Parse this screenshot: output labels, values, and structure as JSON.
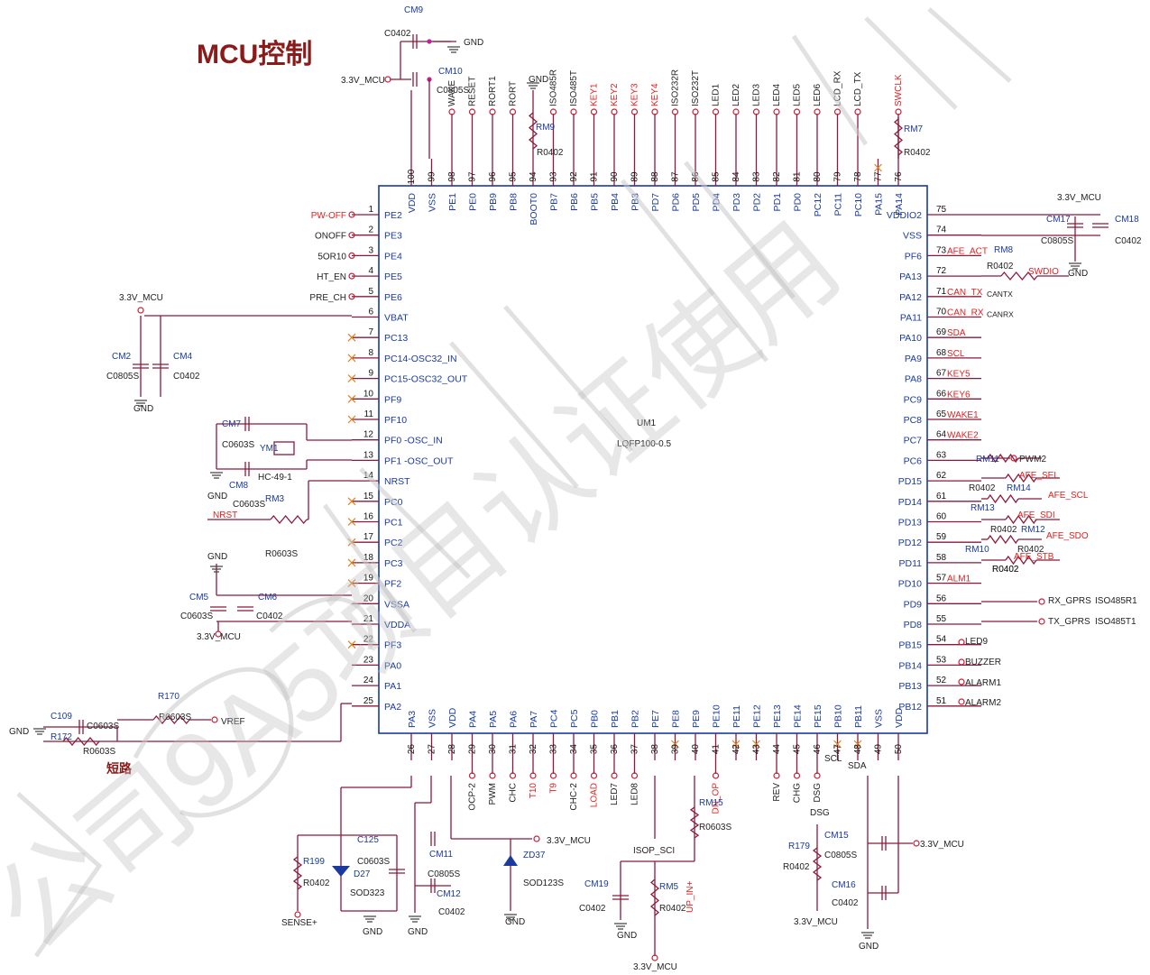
{
  "title": "MCU控制",
  "watermark": "公司9A5项目认证使用",
  "chip": {
    "ref": "UM1",
    "package": "LQFP100-0.5"
  },
  "left_pins": [
    {
      "n": "1",
      "name": "PE2",
      "net": "PW-OFF",
      "net_red": true
    },
    {
      "n": "2",
      "name": "PE3",
      "net": "ONOFF"
    },
    {
      "n": "3",
      "name": "PE4",
      "net": "5OR10"
    },
    {
      "n": "4",
      "name": "PE5",
      "net": "HT_EN"
    },
    {
      "n": "5",
      "name": "PE6",
      "net": "PRE_CH"
    },
    {
      "n": "6",
      "name": "VBAT",
      "net": ""
    },
    {
      "n": "7",
      "name": "PC13",
      "net": "",
      "nc": true
    },
    {
      "n": "8",
      "name": "PC14-OSC32_IN",
      "net": "",
      "nc": true
    },
    {
      "n": "9",
      "name": "PC15-OSC32_OUT",
      "net": "",
      "nc": true
    },
    {
      "n": "10",
      "name": "PF9",
      "net": "",
      "nc": true
    },
    {
      "n": "11",
      "name": "PF10",
      "net": "",
      "nc": true
    },
    {
      "n": "12",
      "name": "PF0 -OSC_IN",
      "net": ""
    },
    {
      "n": "13",
      "name": "PF1 -OSC_OUT",
      "net": ""
    },
    {
      "n": "14",
      "name": "NRST",
      "net": ""
    },
    {
      "n": "15",
      "name": "PC0",
      "net": "",
      "nc": true
    },
    {
      "n": "16",
      "name": "PC1",
      "net": "",
      "nc": true
    },
    {
      "n": "17",
      "name": "PC2",
      "net": "",
      "nc": true
    },
    {
      "n": "18",
      "name": "PC3",
      "net": "",
      "nc": true
    },
    {
      "n": "19",
      "name": "PF2",
      "net": "",
      "nc": true
    },
    {
      "n": "20",
      "name": "VSSA",
      "net": ""
    },
    {
      "n": "21",
      "name": "VDDA",
      "net": ""
    },
    {
      "n": "22",
      "name": "PF3",
      "net": "",
      "nc": true
    },
    {
      "n": "23",
      "name": "PA0",
      "net": ""
    },
    {
      "n": "24",
      "name": "PA1",
      "net": ""
    },
    {
      "n": "25",
      "name": "PA2",
      "net": ""
    }
  ],
  "right_pins": [
    {
      "n": "75",
      "name": "VDDIO2",
      "net": ""
    },
    {
      "n": "74",
      "name": "VSS",
      "net": ""
    },
    {
      "n": "73",
      "name": "PF6",
      "net": "AFE_ACT"
    },
    {
      "n": "72",
      "name": "PA13",
      "net": ""
    },
    {
      "n": "71",
      "name": "PA12",
      "net": "CAN_TX",
      "extra": "CANTX"
    },
    {
      "n": "70",
      "name": "PA11",
      "net": "CAN_RX",
      "extra": "CANRX"
    },
    {
      "n": "69",
      "name": "PA10",
      "net": "SDA"
    },
    {
      "n": "68",
      "name": "PA9",
      "net": "SCL"
    },
    {
      "n": "67",
      "name": "PA8",
      "net": "KEY5"
    },
    {
      "n": "66",
      "name": "PC9",
      "net": "KEY6"
    },
    {
      "n": "65",
      "name": "PC8",
      "net": "WAKE1"
    },
    {
      "n": "64",
      "name": "PC7",
      "net": "WAKE2"
    },
    {
      "n": "63",
      "name": "PC6",
      "net": ""
    },
    {
      "n": "62",
      "name": "PD15",
      "net": ""
    },
    {
      "n": "61",
      "name": "PD14",
      "net": ""
    },
    {
      "n": "60",
      "name": "PD13",
      "net": ""
    },
    {
      "n": "59",
      "name": "PD12",
      "net": ""
    },
    {
      "n": "58",
      "name": "PD11",
      "net": ""
    },
    {
      "n": "57",
      "name": "PD10",
      "net": "ALM1"
    },
    {
      "n": "56",
      "name": "PD9",
      "net": ""
    },
    {
      "n": "55",
      "name": "PD8",
      "net": ""
    },
    {
      "n": "54",
      "name": "PB15",
      "net": ""
    },
    {
      "n": "53",
      "name": "PB14",
      "net": ""
    },
    {
      "n": "52",
      "name": "PB13",
      "net": ""
    },
    {
      "n": "51",
      "name": "PB12",
      "net": ""
    }
  ],
  "top_pins": [
    {
      "n": "100",
      "name": "VDD",
      "net": ""
    },
    {
      "n": "99",
      "name": "VSS",
      "net": ""
    },
    {
      "n": "98",
      "name": "PE1",
      "net": "WAKE"
    },
    {
      "n": "97",
      "name": "PE0",
      "net": "RESET"
    },
    {
      "n": "96",
      "name": "PB9",
      "net": "RORT1"
    },
    {
      "n": "95",
      "name": "PB8",
      "net": "RORT"
    },
    {
      "n": "94",
      "name": "BOOT0",
      "net": ""
    },
    {
      "n": "93",
      "name": "PB7",
      "net": "ISO485R"
    },
    {
      "n": "92",
      "name": "PB6",
      "net": "ISO485T"
    },
    {
      "n": "91",
      "name": "PB5",
      "net": "KEY1",
      "net_red": true
    },
    {
      "n": "90",
      "name": "PB4",
      "net": "KEY2",
      "net_red": true
    },
    {
      "n": "89",
      "name": "PB3",
      "net": "KEY3",
      "net_red": true
    },
    {
      "n": "88",
      "name": "PD7",
      "net": "KEY4",
      "net_red": true
    },
    {
      "n": "87",
      "name": "PD6",
      "net": "ISO232R"
    },
    {
      "n": "86",
      "name": "PD5",
      "net": "ISO232T"
    },
    {
      "n": "85",
      "name": "PD4",
      "net": "LED1"
    },
    {
      "n": "84",
      "name": "PD3",
      "net": "LED2"
    },
    {
      "n": "83",
      "name": "PD2",
      "net": "LED3"
    },
    {
      "n": "82",
      "name": "PD1",
      "net": "LED4"
    },
    {
      "n": "81",
      "name": "PD0",
      "net": "LED5"
    },
    {
      "n": "80",
      "name": "PC12",
      "net": "LED6"
    },
    {
      "n": "79",
      "name": "PC11",
      "net": "LCD_RX"
    },
    {
      "n": "78",
      "name": "PC10",
      "net": "LCD_TX"
    },
    {
      "n": "77",
      "name": "PA15",
      "net": "",
      "nc": true
    },
    {
      "n": "76",
      "name": "PA14",
      "net": "SWCLK",
      "net_red": true
    }
  ],
  "bottom_pins": [
    {
      "n": "26",
      "name": "PA3",
      "net": ""
    },
    {
      "n": "27",
      "name": "VSS",
      "net": ""
    },
    {
      "n": "28",
      "name": "VDD",
      "net": ""
    },
    {
      "n": "29",
      "name": "PA4",
      "net": "OCP-2"
    },
    {
      "n": "30",
      "name": "PA5",
      "net": "PWM"
    },
    {
      "n": "31",
      "name": "PA6",
      "net": "CHC"
    },
    {
      "n": "32",
      "name": "PA7",
      "net": "T10",
      "net_red": true
    },
    {
      "n": "33",
      "name": "PC4",
      "net": "T9",
      "net_red": true
    },
    {
      "n": "34",
      "name": "PC5",
      "net": "CHC-2"
    },
    {
      "n": "35",
      "name": "PB0",
      "net": "LOAD",
      "net_red": true
    },
    {
      "n": "36",
      "name": "PB1",
      "net": "LED7"
    },
    {
      "n": "37",
      "name": "PB2",
      "net": "LED8"
    },
    {
      "n": "38",
      "name": "PE7",
      "net": ""
    },
    {
      "n": "39",
      "name": "PE8",
      "net": "",
      "nc": true
    },
    {
      "n": "40",
      "name": "PE9",
      "net": ""
    },
    {
      "n": "41",
      "name": "PE10",
      "net": "DN_OP",
      "net_red": true
    },
    {
      "n": "42",
      "name": "PE11",
      "net": "",
      "nc": true
    },
    {
      "n": "43",
      "name": "PE12",
      "net": "",
      "nc": true
    },
    {
      "n": "44",
      "name": "PE13",
      "net": "REV"
    },
    {
      "n": "45",
      "name": "PE14",
      "net": "CHG"
    },
    {
      "n": "46",
      "name": "PE15",
      "net": "DSG"
    },
    {
      "n": "47",
      "name": "PB10",
      "net": "",
      "nc": true
    },
    {
      "n": "48",
      "name": "PB11",
      "net": "",
      "nc": true
    },
    {
      "n": "49",
      "name": "VSS",
      "net": ""
    },
    {
      "n": "50",
      "name": "VDD",
      "net": ""
    }
  ],
  "labels": [
    {
      "t": "CM9",
      "c": "blue"
    },
    {
      "t": "C0402",
      "c": "dark"
    },
    {
      "t": "GND",
      "c": "dark"
    },
    {
      "t": "3.3V_MCU",
      "c": "dark"
    },
    {
      "t": "CM10",
      "c": "blue"
    },
    {
      "t": "C0805S",
      "c": "dark"
    },
    {
      "t": "GND",
      "c": "dark"
    },
    {
      "t": "RM9",
      "c": "blue"
    },
    {
      "t": "R0402",
      "c": "dark"
    },
    {
      "t": "RM7",
      "c": "blue"
    },
    {
      "t": "R0402",
      "c": "dark"
    },
    {
      "t": "3.3V_MCU",
      "c": "dark"
    },
    {
      "t": "CM17",
      "c": "blue"
    },
    {
      "t": "CM18",
      "c": "blue"
    },
    {
      "t": "C0805S",
      "c": "dark"
    },
    {
      "t": "C0402",
      "c": "dark"
    },
    {
      "t": "GND",
      "c": "dark"
    },
    {
      "t": "RM8",
      "c": "blue"
    },
    {
      "t": "R0402",
      "c": "dark"
    },
    {
      "t": "SWDIO",
      "c": "red"
    },
    {
      "t": "RM11",
      "c": "blue"
    },
    {
      "t": "PWM2",
      "c": "dark"
    },
    {
      "t": "AFE_SEL",
      "c": "red"
    },
    {
      "t": "R0402",
      "c": "dark"
    },
    {
      "t": "RM14",
      "c": "blue"
    },
    {
      "t": "AFE_SCL",
      "c": "red"
    },
    {
      "t": "RM13",
      "c": "blue"
    },
    {
      "t": "R0402",
      "c": "dark"
    },
    {
      "t": "AFE_SDI",
      "c": "red"
    },
    {
      "t": "R0402",
      "c": "dark"
    },
    {
      "t": "RM12",
      "c": "blue"
    },
    {
      "t": "AFE_SDO",
      "c": "red"
    },
    {
      "t": "RM10",
      "c": "blue"
    },
    {
      "t": "R0402",
      "c": "dark"
    },
    {
      "t": "AFE_STB",
      "c": "red"
    },
    {
      "t": "R0402",
      "c": "dark"
    },
    {
      "t": "RX_GPRS",
      "c": "dark"
    },
    {
      "t": "ISO485R1",
      "c": "dark"
    },
    {
      "t": "TX_GPRS",
      "c": "dark"
    },
    {
      "t": "ISO485T1",
      "c": "dark"
    },
    {
      "t": "LED9",
      "c": "dark"
    },
    {
      "t": "BUZZER",
      "c": "dark"
    },
    {
      "t": "ALARM1",
      "c": "dark"
    },
    {
      "t": "ALARM2",
      "c": "dark"
    },
    {
      "t": "3.3V_MCU",
      "c": "dark"
    },
    {
      "t": "CM2",
      "c": "blue"
    },
    {
      "t": "CM4",
      "c": "blue"
    },
    {
      "t": "C0805S",
      "c": "dark"
    },
    {
      "t": "C0402",
      "c": "dark"
    },
    {
      "t": "GND",
      "c": "dark"
    },
    {
      "t": "CM7",
      "c": "blue"
    },
    {
      "t": "C0603S",
      "c": "dark"
    },
    {
      "t": "YM1",
      "c": "blue"
    },
    {
      "t": "HC-49-1",
      "c": "dark"
    },
    {
      "t": "CM8",
      "c": "blue"
    },
    {
      "t": "GND",
      "c": "dark"
    },
    {
      "t": "C0603S",
      "c": "dark"
    },
    {
      "t": "RM3",
      "c": "blue"
    },
    {
      "t": "NRST",
      "c": "red"
    },
    {
      "t": "R0603S",
      "c": "dark"
    },
    {
      "t": "GND",
      "c": "dark"
    },
    {
      "t": "CM5",
      "c": "blue"
    },
    {
      "t": "CM6",
      "c": "blue"
    },
    {
      "t": "C0603S",
      "c": "dark"
    },
    {
      "t": "C0402",
      "c": "dark"
    },
    {
      "t": "3.3V_MCU",
      "c": "dark"
    },
    {
      "t": "GND",
      "c": "dark"
    },
    {
      "t": "C109",
      "c": "blue"
    },
    {
      "t": "C0603S",
      "c": "dark"
    },
    {
      "t": "R170",
      "c": "blue"
    },
    {
      "t": "R0603S",
      "c": "dark"
    },
    {
      "t": "VREF",
      "c": "dark"
    },
    {
      "t": "R172",
      "c": "blue"
    },
    {
      "t": "R0603S",
      "c": "dark"
    },
    {
      "t": "短路",
      "c": "title"
    },
    {
      "t": "C125",
      "c": "blue"
    },
    {
      "t": "R199",
      "c": "blue"
    },
    {
      "t": "C0603S",
      "c": "dark"
    },
    {
      "t": "D27",
      "c": "blue"
    },
    {
      "t": "R0402",
      "c": "dark"
    },
    {
      "t": "SOD323",
      "c": "dark"
    },
    {
      "t": "SENSE+",
      "c": "dark"
    },
    {
      "t": "GND",
      "c": "dark"
    },
    {
      "t": "CM11",
      "c": "blue"
    },
    {
      "t": "C0805S",
      "c": "dark"
    },
    {
      "t": "CM12",
      "c": "blue"
    },
    {
      "t": "C0402",
      "c": "dark"
    },
    {
      "t": "GND",
      "c": "dark"
    },
    {
      "t": "3.3V_MCU",
      "c": "dark"
    },
    {
      "t": "ZD37",
      "c": "blue"
    },
    {
      "t": "SOD123S",
      "c": "dark"
    },
    {
      "t": "GND",
      "c": "dark"
    },
    {
      "t": "ISOP_SCI",
      "c": "dark"
    },
    {
      "t": "RM15",
      "c": "blue"
    },
    {
      "t": "R0603S",
      "c": "dark"
    },
    {
      "t": "CM19",
      "c": "blue"
    },
    {
      "t": "C0402",
      "c": "dark"
    },
    {
      "t": "RM5",
      "c": "blue"
    },
    {
      "t": "R0402",
      "c": "dark"
    },
    {
      "t": "UP_IN+",
      "c": "red"
    },
    {
      "t": "GND",
      "c": "dark"
    },
    {
      "t": "3.3V_MCU",
      "c": "dark"
    },
    {
      "t": "SCL",
      "c": "dark"
    },
    {
      "t": "SDA",
      "c": "dark"
    },
    {
      "t": "DSG",
      "c": "dark"
    },
    {
      "t": "R179",
      "c": "blue"
    },
    {
      "t": "CM15",
      "c": "blue"
    },
    {
      "t": "C0805S",
      "c": "dark"
    },
    {
      "t": "R0402",
      "c": "dark"
    },
    {
      "t": "CM16",
      "c": "blue"
    },
    {
      "t": "C0402",
      "c": "dark"
    },
    {
      "t": "3.3V_MCU",
      "c": "dark"
    },
    {
      "t": "3.3V_MCU",
      "c": "dark"
    },
    {
      "t": "GND",
      "c": "dark"
    }
  ]
}
